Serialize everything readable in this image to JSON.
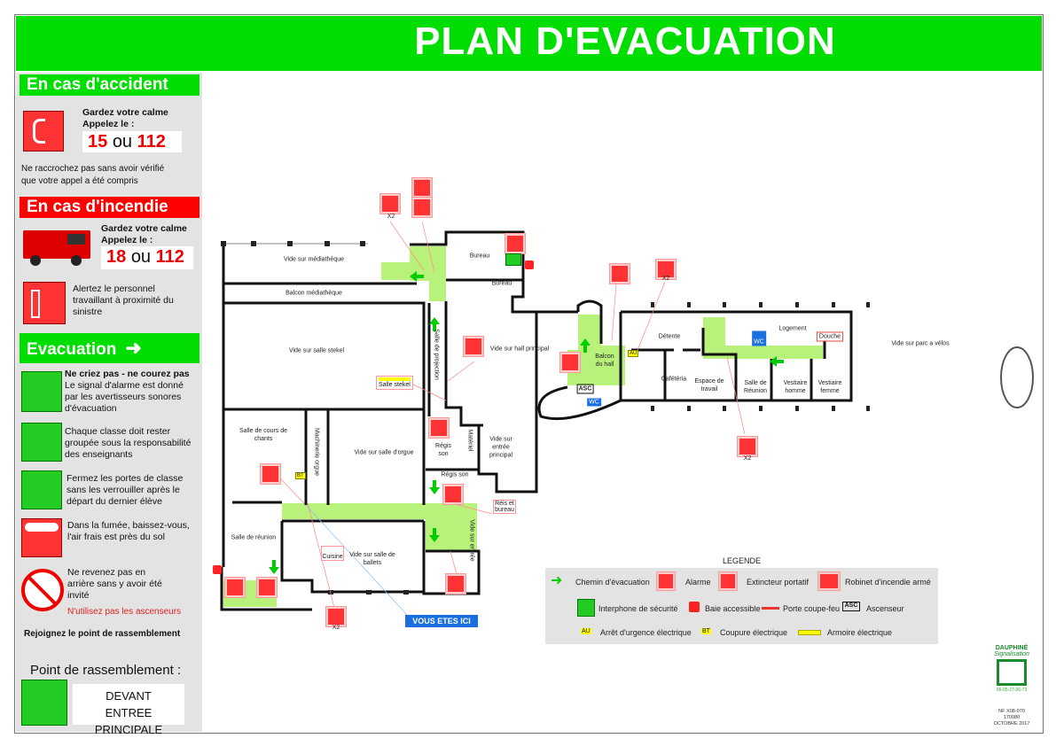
{
  "title": "PLAN D'EVACUATION",
  "accident": {
    "header": "En cas d'accident",
    "line1": "Gardez votre calme",
    "line2": "Appelez le :",
    "num1": "15",
    "or": "ou",
    "num2": "112",
    "note1": "Ne raccrochez pas sans avoir vérifié",
    "note2": "que votre appel a été compris"
  },
  "incendie": {
    "header": "En cas d'incendie",
    "line1": "Gardez votre calme",
    "line2": "Appelez le :",
    "num1": "18",
    "or": "ou",
    "num2": "112",
    "alert": "Alertez le personnel travaillant à proximité du sinistre"
  },
  "evacuation": {
    "header": "Evacuation",
    "items": [
      {
        "bold": "Ne criez pas - ne courez pas",
        "text": "Le signal d'alarme est donné par les avertisseurs sonores d'évacuation"
      },
      {
        "text": "Chaque classe doit rester groupée sous la responsabilité des enseignants"
      },
      {
        "text": "Fermez les portes de classe sans les verrouiller après le départ du dernier élève"
      },
      {
        "text": "Dans la fumée, baissez-vous, l'air frais est près du sol"
      },
      {
        "text": "Ne revenez pas en arrière sans y avoir été invité"
      }
    ],
    "elevator_warning": "N'utilisez pas les ascenseurs",
    "rejoin": "Rejoignez le point de rassemblement"
  },
  "assembly": {
    "label": "Point de rassemblement :",
    "place": "DEVANT ENTREE PRINCIPALE"
  },
  "rooms": [
    "Vide sur médiathèque",
    "Balcon médiathèque",
    "Vide sur salle stekel",
    "Salle de projection",
    "Vide sur hall principal",
    "Bureau",
    "Bureau",
    "Salle de cours de chants",
    "Machinerie orgue",
    "Vide sur salle d'orgue",
    "Régis son",
    "Matériel",
    "Vide sur entrée principal",
    "Régis son",
    "Salle de réunion",
    "Vide sur salle de ballets",
    "Vide sur entrée",
    "Balcon du hall",
    "Détente",
    "Cafétéria",
    "Espace de travail",
    "Salle de Réunion",
    "Vestiaire homme",
    "Vestiaire femme",
    "Logement",
    "Douche",
    "Vide sur parc a vélos",
    "ASC",
    "WC",
    "WC"
  ],
  "callouts": {
    "x2_a": "X2",
    "salle_stekel": "Salle stekel",
    "cuisine": "Cuisine",
    "reis": "Réis et bureau",
    "x2_b": "X2",
    "x2_c": "X2",
    "x2_d": "X2",
    "bt": "BT",
    "au": "AU"
  },
  "you_are_here": "VOUS ETES ICI",
  "legend": {
    "title": "LEGENDE",
    "items": [
      "Chemin d'évacuation",
      "Alarme",
      "Extincteur portatif",
      "Robinet d'incendie armé",
      "Interphone de sécurité",
      "Baie accessible",
      "Porte coupe-feu",
      "Ascenseur",
      "Arrêt d'urgence électrique",
      "Coupure électrique",
      "Armoire électrique"
    ]
  },
  "maker": {
    "brand": "DAUPHINÉ",
    "script": "Signalisation",
    "phone": "06-05-27-06-73",
    "norm": "NF X08-070",
    "ref": "170080",
    "date": "OCTOBRE 2017"
  },
  "colors": {
    "green": "#00dd00",
    "red": "#ff0000",
    "path": "#b8f27a",
    "blue": "#1a6fe0"
  }
}
